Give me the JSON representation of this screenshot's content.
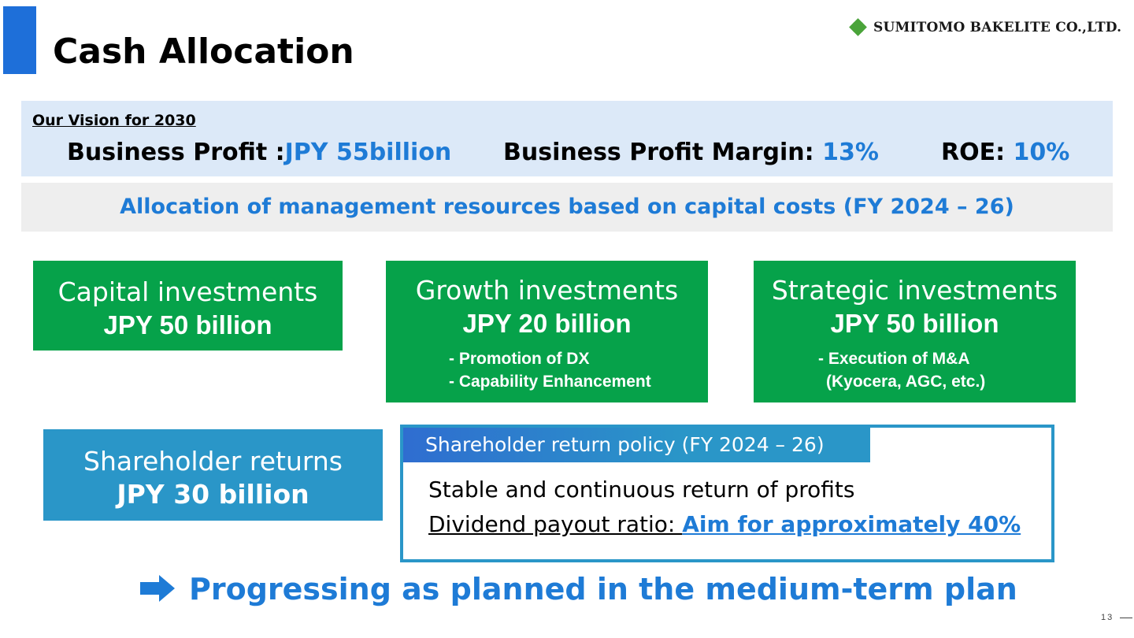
{
  "header": {
    "title": "Cash Allocation",
    "company": "SUMITOMO BAKELITE CO.,LTD."
  },
  "vision": {
    "label": "Our Vision for 2030",
    "profit_label": "Business Profit :",
    "profit_value": "JPY 55billion",
    "margin_label": "Business Profit Margin: ",
    "margin_value": "13%",
    "roe_label": "ROE: ",
    "roe_value": "10%"
  },
  "allocation_text": "Allocation of management resources based on capital costs (FY 2024 – 26)",
  "investments": {
    "capital": {
      "title": "Capital investments",
      "amount": "JPY 50 billion"
    },
    "growth": {
      "title": "Growth investments",
      "amount": "JPY 20 billion",
      "bullets": [
        "- Promotion of DX",
        "- Capability Enhancement"
      ]
    },
    "strategic": {
      "title": "Strategic investments",
      "amount": "JPY 50 billion",
      "bullets": [
        "- Execution of M&A",
        "(Kyocera, AGC, etc.)"
      ]
    }
  },
  "shareholder": {
    "title": "Shareholder returns",
    "amount": "JPY 30 billion"
  },
  "policy": {
    "tab": "Shareholder return policy (FY 2024 – 26)",
    "line1": "Stable and continuous return of profits",
    "line2_label": "Dividend payout ratio: ",
    "line2_value": "Aim for approximately 40%"
  },
  "conclusion": "Progressing as planned in the medium-term plan",
  "page_number": "13",
  "colors": {
    "accent_blue": "#1e7bd6",
    "green": "#06a24a",
    "teal": "#2a96c8",
    "title_bar": "#1e6fd9"
  }
}
